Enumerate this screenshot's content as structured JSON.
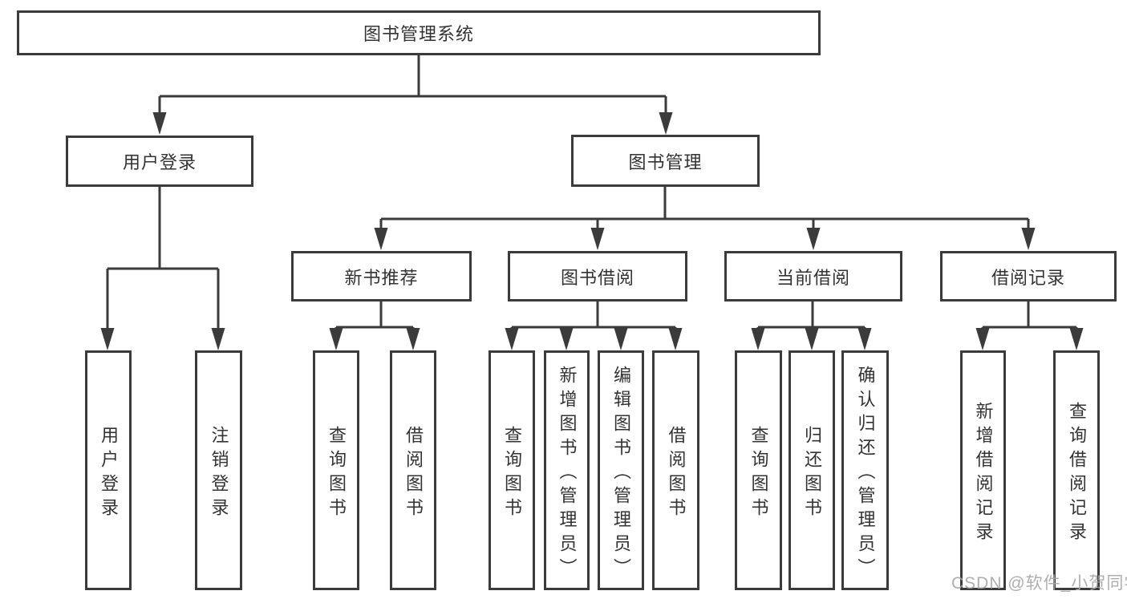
{
  "tree": {
    "label": "图书管理系统",
    "children": [
      {
        "label": "用户登录",
        "children": [
          {
            "label": "用户登录"
          },
          {
            "label": "注销登录"
          }
        ]
      },
      {
        "label": "图书管理",
        "children": [
          {
            "label": "新书推荐",
            "children": [
              {
                "label": "查询图书"
              },
              {
                "label": "借阅图书"
              }
            ]
          },
          {
            "label": "图书借阅",
            "children": [
              {
                "label": "查询图书"
              },
              {
                "label": "新增图书（管理员）"
              },
              {
                "label": "编辑图书（管理员）"
              },
              {
                "label": "借阅图书"
              }
            ]
          },
          {
            "label": "当前借阅",
            "children": [
              {
                "label": "查询图书"
              },
              {
                "label": "归还图书"
              },
              {
                "label": "确认归还（管理员）"
              }
            ]
          },
          {
            "label": "借阅记录",
            "children": [
              {
                "label": "新增借阅记录"
              },
              {
                "label": "查询借阅记录"
              }
            ]
          }
        ]
      }
    ]
  },
  "watermark": "CSDN @软件_小贺同学",
  "colors": {
    "line": "#3b3b3b",
    "text": "#333333",
    "watermark": "#a8a8a8",
    "background": "#ffffff"
  }
}
